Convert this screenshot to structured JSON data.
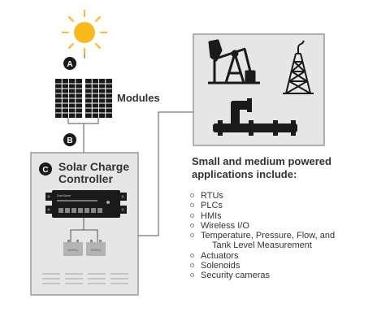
{
  "markers": {
    "a": "A",
    "b": "B",
    "c": "C"
  },
  "modules_label": "Modules",
  "controller": {
    "title_line1": "Solar Charge",
    "title_line2": "Controller",
    "brand": "SunSaver",
    "battery_label": "Battery"
  },
  "applications": {
    "heading_line1": "Small and medium powered",
    "heading_line2": "applications include:",
    "items": [
      {
        "label": "RTUs"
      },
      {
        "label": "PLCs"
      },
      {
        "label": "HMIs"
      },
      {
        "label": "Wireless I/O"
      },
      {
        "label": "Temperature, Pressure, Flow, and",
        "label2": "Tank Level Measurement"
      },
      {
        "label": "Actuators"
      },
      {
        "label": "Solenoids"
      },
      {
        "label": "Security cameras"
      }
    ]
  },
  "colors": {
    "sun": "#f8b91c",
    "panel_box": "#e6e6e6",
    "panel_border": "#9a9a9a",
    "marker": "#1a1a1a",
    "icon": "#1a1a1a"
  }
}
